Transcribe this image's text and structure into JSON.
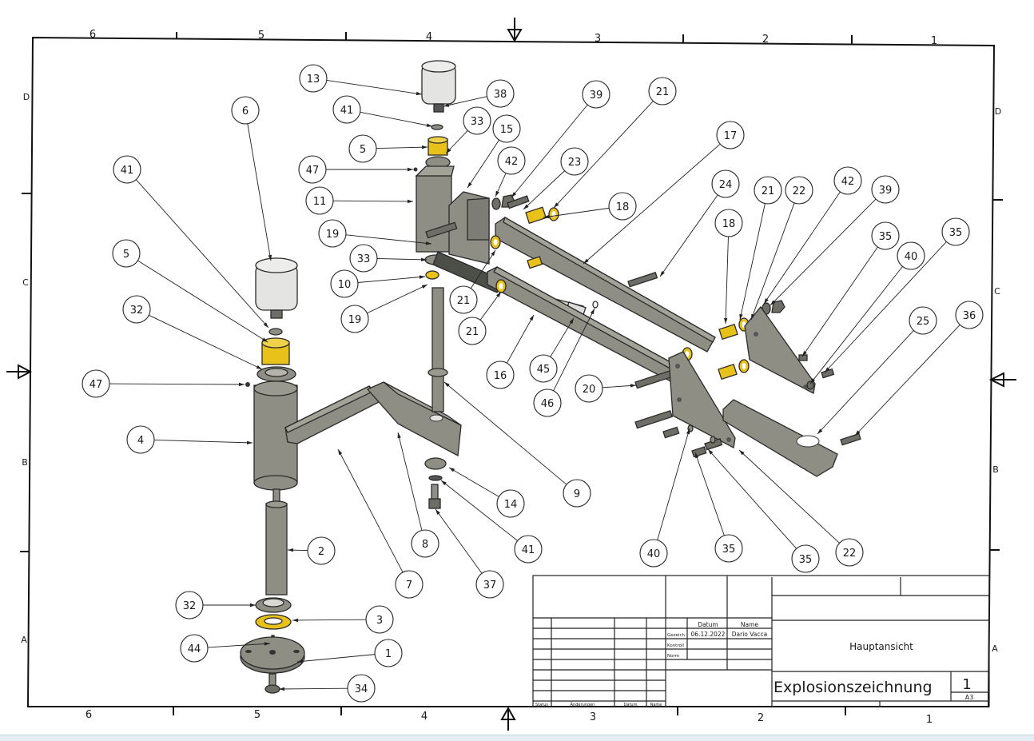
{
  "drawing": {
    "type": "exploded assembly drawing",
    "zone_columns_top": [
      "6",
      "5",
      "4",
      "3",
      "2",
      "1"
    ],
    "zone_columns_bottom": [
      "6",
      "5",
      "4",
      "3",
      "2",
      "1"
    ],
    "zone_rows_left": [
      "D",
      "C",
      "B",
      "A"
    ],
    "zone_rows_right": [
      "D",
      "C",
      "B",
      "A"
    ],
    "colors": {
      "steel": "#8f8e85",
      "steel_dark": "#6f6e66",
      "steel_light": "#b5b4ab",
      "brass": "#e8c21a",
      "knob": "#e4e4e2",
      "rubber": "#4c4f48",
      "line": "#222222"
    }
  },
  "balloons": [
    {
      "n": "13"
    },
    {
      "n": "38"
    },
    {
      "n": "41"
    },
    {
      "n": "33"
    },
    {
      "n": "5"
    },
    {
      "n": "15"
    },
    {
      "n": "47"
    },
    {
      "n": "11"
    },
    {
      "n": "19"
    },
    {
      "n": "33"
    },
    {
      "n": "10"
    },
    {
      "n": "19"
    },
    {
      "n": "39"
    },
    {
      "n": "21"
    },
    {
      "n": "42"
    },
    {
      "n": "23"
    },
    {
      "n": "17"
    },
    {
      "n": "18"
    },
    {
      "n": "21"
    },
    {
      "n": "21"
    },
    {
      "n": "16"
    },
    {
      "n": "45"
    },
    {
      "n": "46"
    },
    {
      "n": "24"
    },
    {
      "n": "18"
    },
    {
      "n": "21"
    },
    {
      "n": "22"
    },
    {
      "n": "42"
    },
    {
      "n": "39"
    },
    {
      "n": "35"
    },
    {
      "n": "40"
    },
    {
      "n": "35"
    },
    {
      "n": "25"
    },
    {
      "n": "36"
    },
    {
      "n": "20"
    },
    {
      "n": "40"
    },
    {
      "n": "35"
    },
    {
      "n": "35"
    },
    {
      "n": "22"
    },
    {
      "n": "6"
    },
    {
      "n": "41"
    },
    {
      "n": "5"
    },
    {
      "n": "32"
    },
    {
      "n": "47"
    },
    {
      "n": "4"
    },
    {
      "n": "2"
    },
    {
      "n": "7"
    },
    {
      "n": "8"
    },
    {
      "n": "9"
    },
    {
      "n": "14"
    },
    {
      "n": "41"
    },
    {
      "n": "37"
    },
    {
      "n": "32"
    },
    {
      "n": "3"
    },
    {
      "n": "44"
    },
    {
      "n": "1"
    },
    {
      "n": "34"
    }
  ],
  "title_block": {
    "col_datum": "Datum",
    "col_name": "Name",
    "row_gezeich": "Gezeich",
    "row_kontroll": "Kontroll",
    "row_norm": "Norm",
    "gezeich_datum": "06.12.2022",
    "gezeich_name": "Dario Vacca",
    "view_name": "Hauptansicht",
    "drawing_title": "Explosionszeichnung",
    "sheet_number": "1",
    "sheet_format": "A3",
    "rev_status": "Status",
    "rev_changes": "Änderungen",
    "rev_datum": "Datum",
    "rev_name": "Name"
  }
}
